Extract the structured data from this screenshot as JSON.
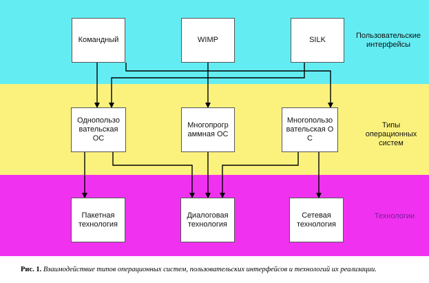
{
  "colors": {
    "interfaces_band": "#63EDF3",
    "os_band": "#FBF27E",
    "technologies_band": "#F032F0"
  },
  "bands": {
    "interfaces_label": "Пользовательские интерфейсы",
    "os_label": "Типы операционных систем",
    "technologies_label": "Технологии"
  },
  "interfaces": {
    "command": "Командный",
    "wimp": "WIMP",
    "silk": "SILK"
  },
  "os_types": {
    "single_user": "Однопользовательская ОС",
    "multiprogram": "Многопрограммная ОС",
    "multi_user": "Многопользовательская ОС"
  },
  "technologies": {
    "batch": "Пакетная технология",
    "dialog": "Диалоговая технология",
    "network": "Сетевая технология"
  },
  "caption": {
    "prefix": "Рис. 1.",
    "text": "Взаимодействие типов операционных систем, пользовательских интерфейсов и технологий их реализации."
  }
}
